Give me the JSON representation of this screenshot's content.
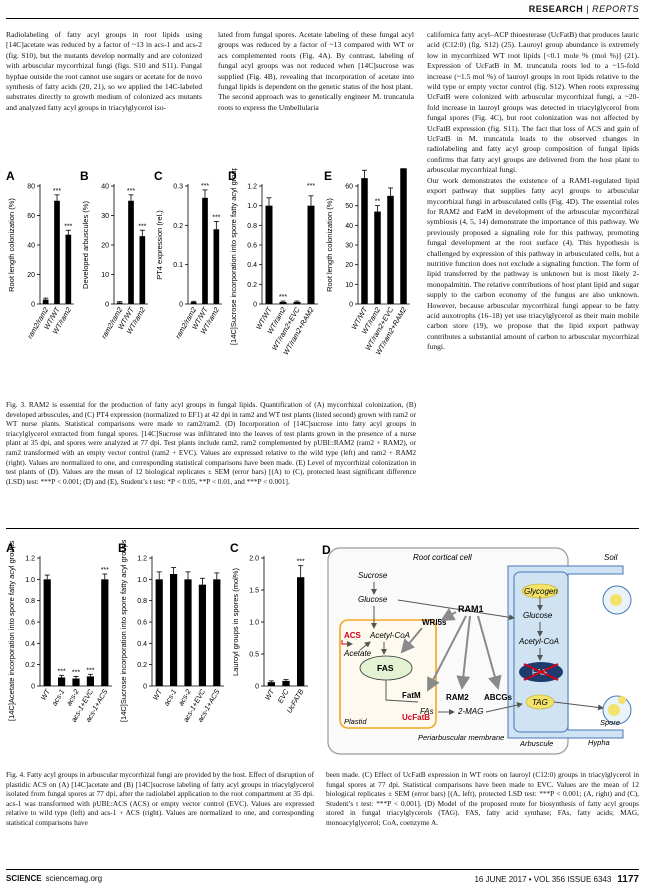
{
  "header": {
    "section": "RESEARCH",
    "sub": "REPORTS"
  },
  "columns": [
    "Radiolabeling of fatty acyl groups in root lipids using [14C]acetate was reduced by a factor of ~13 in acs-1 and acs-2 (fig. S10), but the mutants develop normally and are colonized with arbuscular mycorrhizal fungi (figs. S10 and S11). Fungal hyphae outside the root cannot use sugars or acetate for de novo synthesis of fatty acids (20, 21), so we applied the 14C-labeled substrates directly to growth medium of colonized acs mutants and analyzed fatty acyl groups in triacylglycerol iso-",
    "lated from fungal spores. Acetate labeling of these fungal acyl groups was reduced by a factor of ~13 compared with WT or acs complemented roots (Fig. 4A). By contrast, labeling of fungal acyl groups was not reduced when [14C]sucrose was supplied (Fig. 4B), revealing that incorporation of acetate into fungal lipids is dependent on the genetic status of the host plant.\n    The second approach was to genetically engineer M. truncatula roots to express the Umbellularia",
    "californica fatty acyl–ACP thioesterase (UcFatB) that produces lauric acid (C12:0) (fig. S12) (25). Lauroyl group abundance is extremely low in mycorrhized WT root lipids [<0.1 mole % (mol %)] (21). Expression of UcFatB in M. truncatula roots led to a ~15-fold increase (~1.5 mol %) of lauroyl groups in root lipids relative to the wild type or empty vector control (fig. S12). When roots expressing UcFatB were colonized with arbuscular mycorrhizal fungi, a ~20-fold increase in lauroyl groups was detected in triacylglycerol from fungal spores (Fig. 4C), but root colonization was not affected by UcFatB expression (fig. S11). The fact that loss of ACS and gain of UcFatB in M. truncatula leads to the observed changes in radiolabeling and fatty acyl group composition of fungal lipids confirms that fatty acyl groups are delivered from the host plant to arbuscular mycorrhizal fungi.\n    Our work demonstrates the existence of a RAM1-regulated lipid export pathway that supplies fatty acyl groups to arbuscular mycorrhizal fungi in arbusculated cells (Fig. 4D). The essential roles for RAM2 and FatM in development of the arbuscular mycorrhizal symbiosis (4, 5, 14) demonstrate the importance of this pathway. We previously proposed a signaling role for this pathway, promoting fungal development at the root surface (4). This hypothesis is challenged by expression of this pathway in arbusculated cells, but a nutritive function does not exclude a signaling function. The form of lipid transferred by the pathway is unknown but is most likely 2-monopalmitin. The relative contributions of host plant lipid and sugar supply to the carbon economy of the fungus are also unknown. However, because arbuscular mycorrhizal fungi appear to be fatty acid auxotrophs (16–18) yet use triacylglycerol as their main mobile carbon store (19), we propose that the lipid export pathway contributes a substantial amount of carbon to arbuscular mycorrhizal fungi."
  ],
  "fig3": {
    "panels": [
      {
        "letter": "A",
        "ylabel": "Root length colonization (%)",
        "yticks": [
          "0",
          "20",
          "40",
          "60",
          "80"
        ],
        "ymax": 80,
        "cats": [
          "ram2/ram2",
          "WT/WT",
          "WT/ram2"
        ],
        "values": [
          3,
          70,
          47
        ],
        "errs": [
          1,
          4,
          3
        ],
        "stars": [
          "",
          "***",
          "***"
        ]
      },
      {
        "letter": "B",
        "ylabel": "Developed arbuscules (%)",
        "yticks": [
          "0",
          "10",
          "20",
          "30",
          "40"
        ],
        "ymax": 40,
        "cats": [
          "ram2/ram2",
          "WT/WT",
          "WT/ram2"
        ],
        "values": [
          0.5,
          35,
          23
        ],
        "errs": [
          0.3,
          2,
          2
        ],
        "stars": [
          "",
          "***",
          "***"
        ]
      },
      {
        "letter": "C",
        "ylabel": "PT4 expression (rel.)",
        "yticks": [
          "0",
          "0.1",
          "0.2",
          "0.3"
        ],
        "ymax": 0.3,
        "cats": [
          "ram2/ram2",
          "WT/WT",
          "WT/ram2"
        ],
        "values": [
          0.005,
          0.27,
          0.19
        ],
        "errs": [
          0.002,
          0.02,
          0.02
        ],
        "stars": [
          "",
          "***",
          "***"
        ]
      },
      {
        "letter": "D",
        "ylabel": "[14C]Sucrose incorporation into spore fatty acyl groups (rel.)",
        "yticks": [
          "0",
          "0.2",
          "0.4",
          "0.6",
          "0.8",
          "1.0",
          "1.2"
        ],
        "ymax": 1.2,
        "cats": [
          "WT/WT",
          "WT/ram2",
          "WT/ram2+EVC",
          "WT/ram2+RAM2"
        ],
        "values": [
          1.0,
          0.02,
          0.02,
          1.0
        ],
        "errs": [
          0.08,
          0.01,
          0.01,
          0.1
        ],
        "stars": [
          "",
          "***",
          "",
          ""
        ],
        "topstar": "***"
      },
      {
        "letter": "E",
        "ylabel": "Root length colonization (%)",
        "yticks": [
          "0",
          "10",
          "20",
          "30",
          "40",
          "50",
          "60"
        ],
        "ymax": 60,
        "cats": [
          "WT/WT",
          "WT/ram2",
          "WT/ram2+EVC",
          "WT/ram2+RAM2"
        ],
        "values": [
          64,
          47,
          55,
          69
        ],
        "errs": [
          4,
          3,
          4,
          3
        ],
        "stars": [
          "",
          "**",
          "",
          "*"
        ]
      }
    ],
    "caption": "Fig. 3. RAM2 is essential for the production of fatty acyl groups in fungal lipids. Quantification of (A) mycorrhizal colonization, (B) developed arbuscules, and (C) PT4 expression (normalized to EF1) at 42 dpi in ram2 and WT test plants (listed second) grown with ram2 or WT nurse plants. Statistical comparisons were made to ram2/ram2. (D) Incorporation of [14C]sucrose into fatty acyl groups in triacylglycerol extracted from fungal spores. [14C]Sucrose was infiltrated into the leaves of test plants grown in the presence of a nurse plant at 35 dpi, and spores were analyzed at 77 dpi. Test plants include ram2, ram2 complemented by pUBI::RAM2 (ram2 + RAM2), or ram2 transformed with an empty vector control (ram2 + EVC). Values are expressed relative to the wild type (left) and ram2 + RAM2 (right). Values are normalized to one, and corresponding statistical comparisons have been made. (E) Level of mycorrhizal colonization in test plants of (D). Values are the mean of 12 biological replicates ± SEM (error bars) [(A) to (C), protected least significant difference (LSD) test: ***P < 0.001; (D) and (E), Student’s t test: *P < 0.05, **P < 0.01, and ***P < 0.001]."
  },
  "fig4": {
    "panels": [
      {
        "letter": "A",
        "ylabel": "[14C]Acetate incorporation into spore fatty acyl groups (rel.)",
        "yticks": [
          "0",
          "0.2",
          "0.4",
          "0.6",
          "0.8",
          "1.0",
          "1.2"
        ],
        "ymax": 1.2,
        "cats": [
          "WT",
          "acs-1",
          "acs-2",
          "acs-1+EVC",
          "acs-1+ACS"
        ],
        "values": [
          1.0,
          0.08,
          0.07,
          0.09,
          1.0
        ],
        "errs": [
          0.04,
          0.02,
          0.02,
          0.02,
          0.05
        ],
        "stars": [
          "",
          "***",
          "***",
          "***",
          "***"
        ]
      },
      {
        "letter": "B",
        "ylabel": "[14C]Sucrose incorporation into spore fatty acyl groups (rel.)",
        "yticks": [
          "0",
          "0.2",
          "0.4",
          "0.6",
          "0.8",
          "1.0",
          "1.2"
        ],
        "ymax": 1.2,
        "cats": [
          "WT",
          "acs-1",
          "acs-2",
          "acs-1+EVC",
          "acs-1+ACS"
        ],
        "values": [
          1.0,
          1.05,
          1.0,
          0.95,
          1.0
        ],
        "errs": [
          0.07,
          0.06,
          0.07,
          0.06,
          0.06
        ],
        "stars": [
          "",
          "",
          "",
          "",
          ""
        ]
      },
      {
        "letter": "C",
        "ylabel": "Lauroyl groups in spores (mol%)",
        "yticks": [
          "0",
          "0.5",
          "1.0",
          "1.5",
          "2.0"
        ],
        "ymax": 2.0,
        "cats": [
          "WT",
          "EVC",
          "UcFATB"
        ],
        "values": [
          0.06,
          0.08,
          1.7
        ],
        "errs": [
          0.02,
          0.02,
          0.18
        ],
        "stars": [
          "",
          "",
          "***"
        ]
      }
    ],
    "diagram": {
      "letter": "D",
      "root_cortical_cell": "Root cortical cell",
      "soil": "Soil",
      "sucrose": "Sucrose",
      "glucose": "Glucose",
      "acs": "ACS",
      "acetate": "Acetate",
      "acetyl_coa": "Acetyl-CoA",
      "wri5s": "WRI5s",
      "ram1": "RAM1",
      "fas": "FAS",
      "fatm": "FatM",
      "ucfatb": "UcFatB",
      "plastid": "Plastid",
      "fas_flow": "FAs",
      "ram2": "RAM2",
      "mag": "2-MAG",
      "abcgs": "ABCGs",
      "periarbuscular": "Periarbuscular membrane",
      "glycogen": "Glycogen",
      "glucose_fungal": "Glucose",
      "acetyl_coa_fungal": "Acetyl-CoA",
      "fas_fungal": "FAS",
      "tag": "TAG",
      "arbuscule": "Arbuscule",
      "hypha": "Hypha",
      "spore": "Spore"
    },
    "caption": "Fig. 4. Fatty acyl groups in arbuscular mycorrhizal fungi are provided by the host. Effect of disruption of plastidic ACS on (A) [14C]acetate and (B) [14C]sucrose labeling of fatty acyl groups in triacylglycerol isolated from fungal spores at 77 dpi, after the radiolabel application to the root compartment at 35 dpi. acs-1 was transformed with pUBI::ACS (ACS) or empty vector control (EVC). Values are expressed relative to wild type (left) and acs-1 + ACS (right). Values are normalized to one, and corresponding statistical comparisons have been made. (C) Effect of UcFatB expression in WT roots on lauroyl (C12:0) groups in triacylglycerol in fungal spores at 77 dpi. Statistical comparisons have been made to EVC. Values are the mean of 12 biological replicates ± SEM (error bars) [(A, left), protected LSD test: ***P < 0.001; (A, right) and (C), Student’s t test: ***P < 0.001]. (D) Model of the proposed route for biosynthesis of fatty acyl groups stored in fungal triacylglycerols (TAG). FAS, fatty acid synthase; FAs, fatty acids; MAG, monoacylglycerol; CoA, coenzyme A."
  },
  "footer": {
    "journal": "SCIENCE",
    "site": "sciencemag.org",
    "issue": "16 JUNE 2017 • VOL 356 ISSUE 6343",
    "page": "1177"
  },
  "colors": {
    "bar": "#000000",
    "plastid": "#f5a623",
    "cell_border": "#9a9a9a",
    "fungus": "#cfe3f2",
    "fungus_border": "#4a7ab8",
    "fas": "#e3f2d2",
    "tag": "#f3e36a",
    "arrow": "#8a8a8a",
    "acs": "#d0021b"
  }
}
